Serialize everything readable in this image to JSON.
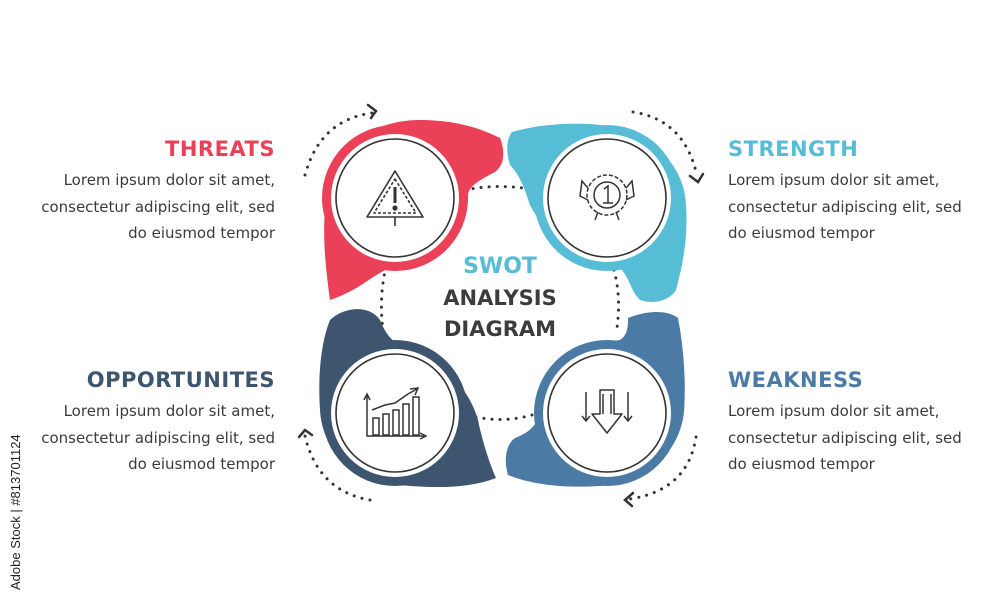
{
  "center": {
    "line1": "SWOT",
    "line2": "ANALYSIS",
    "line3": "DIAGRAM"
  },
  "items": {
    "threats": {
      "title": "THREATS",
      "text": [
        "Lorem ipsum dolor sit amet,",
        "consectetur adipiscing elit, sed",
        "do eiusmod tempor"
      ],
      "color": "#ea4158",
      "icon": "warning-triangle-icon"
    },
    "strength": {
      "title": "STRENGTH",
      "text": [
        "Lorem ipsum dolor sit amet,",
        "consectetur adipiscing elit, sed",
        "do eiusmod tempor"
      ],
      "color": "#57bcd6",
      "icon": "medal-badge-icon"
    },
    "opportunites": {
      "title": "OPPORTUNITES",
      "text": [
        "Lorem ipsum dolor sit amet,",
        "consectetur adipiscing elit, sed",
        "do eiusmod tempor"
      ],
      "color": "#3e556f",
      "icon": "growth-chart-icon"
    },
    "weakness": {
      "title": "WEAKNESS",
      "text": [
        "Lorem ipsum dolor sit amet,",
        "consectetur adipiscing elit, sed",
        "do eiusmod tempor"
      ],
      "color": "#4b7ba5",
      "icon": "down-arrow-icon"
    }
  },
  "credit": "Adobe Stock | #813701124"
}
